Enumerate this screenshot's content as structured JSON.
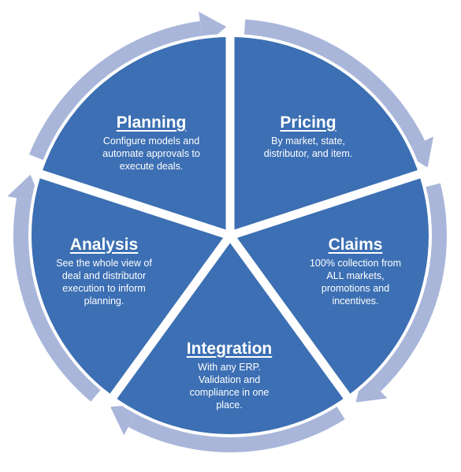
{
  "colors": {
    "segment_fill": "#3C6FB3",
    "arrow_ring": "#A9B6DA",
    "divider": "#FFFFFF",
    "text": "#FFFFFF"
  },
  "segments": [
    {
      "title": "Planning",
      "lines": [
        "Configure models and",
        "automate approvals to",
        "execute deals."
      ]
    },
    {
      "title": "Pricing",
      "lines": [
        "By market, state,",
        "distributor, and item."
      ]
    },
    {
      "title": "Claims",
      "lines": [
        "100% collection from",
        "ALL markets,",
        "promotions and",
        "incentives."
      ]
    },
    {
      "title": "Integration",
      "lines": [
        "With any ERP.",
        "Validation and",
        "compliance in one",
        "place."
      ]
    },
    {
      "title": "Analysis",
      "lines": [
        "See the whole view of",
        "deal and distributor",
        "execution to inform",
        "planning."
      ]
    }
  ]
}
